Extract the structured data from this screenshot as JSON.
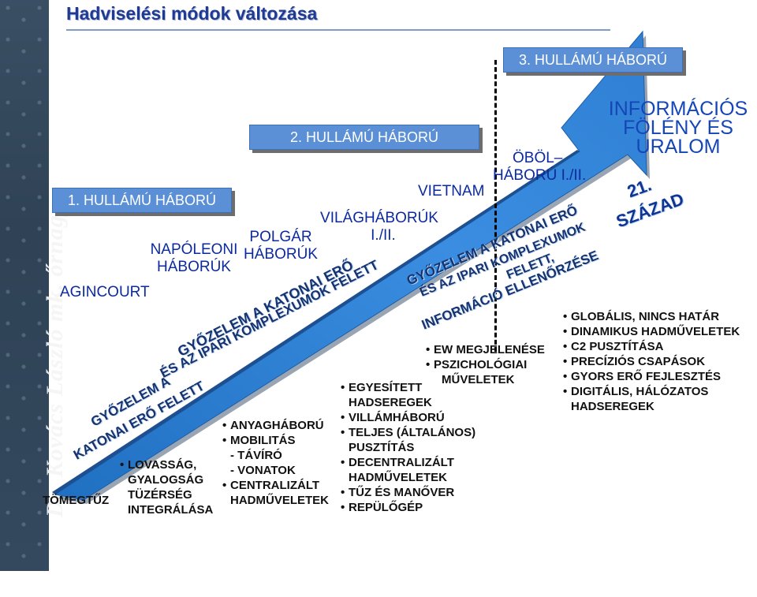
{
  "sidebar": {
    "signature": "Dr. Kovács László mk. őrnagy"
  },
  "title": "Hadviselési módok változása",
  "waves": {
    "wave1": "1. HULLÁMÚ HÁBORÚ",
    "wave2": "2. HULLÁMÚ HÁBORÚ",
    "wave3": "3. HULLÁMÚ HÁBORÚ"
  },
  "milestones": {
    "agincourt": "AGINCOURT",
    "napoleon_1": "NAPÓLEONI",
    "napoleon_2": "HÁBORÚK",
    "civil_1": "POLGÁR",
    "civil_2": "HÁBORÚK",
    "world_1": "VILÁGHÁBORÚK",
    "world_2": "I./II.",
    "vietnam": "VIETNAM",
    "gulf_1": "ÖBÖL–",
    "gulf_2": "HÁBORÚ I./II.",
    "century_1": "21.",
    "century_2": "SZÁZAD"
  },
  "arrow_texts": {
    "t1_line1": "GYŐZELEM A",
    "t1_line2": "KATONAI ERŐ FELETT",
    "t2_line1": "GYŐZELEM A KATONAI ERŐ",
    "t2_line2": "ÉS AZ IPARI KOMPLEXUMOK FELETT",
    "t3_line1": "GYŐZELEM A KATONAI ERŐ",
    "t3_line2": "ÉS AZ IPARI KOMPLEXUMOK",
    "t3_line3": "FELETT,",
    "t3_line4": "INFORMÁCIÓ ELLENŐRZÉSE"
  },
  "info_heading": {
    "line1": "INFORMÁCIÓS",
    "line2": "FÖLÉNY ÉS",
    "line3": "URALOM"
  },
  "blocks": {
    "tomeg": "TÖMEGTŰZ",
    "era1": [
      "LOVASSÁG,",
      "GYALOGSÁG",
      "TÜZÉRSÉG",
      "INTEGRÁLÁSA"
    ],
    "era2": [
      "ANYAGHÁBORÚ",
      "MOBILITÁS",
      "- TÁVÍRÓ",
      "- VONATOK",
      "CENTRALIZÁLT",
      "HADMŰVELETEK"
    ],
    "era3": [
      "EGYESÍTETT",
      "HADSEREGEK",
      "VILLÁMHÁBORÚ",
      "TELJES (ÁLTALÁNOS)",
      "PUSZTÍTÁS",
      "DECENTRALIZÁLT",
      "HADMŰVELETEK",
      "TŰZ ÉS MANŐVER",
      "REPÜLŐGÉP"
    ],
    "era4": [
      "EW MEGJELENÉSE",
      "PSZICHOLÓGIAI",
      "MŰVELETEK"
    ],
    "era5": [
      "GLOBÁLIS, NINCS HATÁR",
      "DINAMIKUS HADMŰVELETEK",
      "C2 PUSZTÍTÁSA",
      "PRECÍZIÓS CSAPÁSOK",
      "GYORS ERŐ FEJLESZTÉS",
      "DIGITÁLIS, HÁLÓZATOS",
      "HADSEREGEK"
    ]
  },
  "colors": {
    "arrow_start": "#2a78c7",
    "arrow_end": "#3f8fe0",
    "box": "#5b8fd6",
    "label": "#0b2a9e",
    "title": "#1f3a93"
  }
}
